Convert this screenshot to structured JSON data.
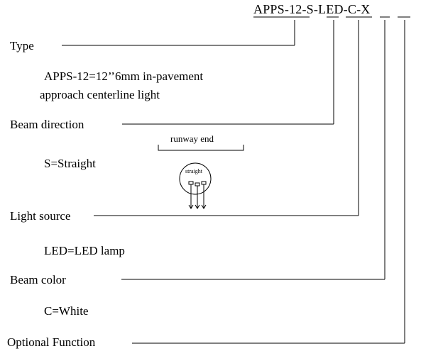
{
  "code": {
    "segments": [
      "APPS-12",
      "-",
      "S",
      "-",
      "LED",
      "-",
      "C",
      "-",
      "X"
    ]
  },
  "type": {
    "label": "Type",
    "desc_line1": "APPS-12=12’’6mm in-pavement",
    "desc_line2": "approach centerline light"
  },
  "beam_direction": {
    "label": "Beam direction",
    "option": "S=Straight",
    "runway_end_label": "runway end",
    "icon_label": "straight"
  },
  "light_source": {
    "label": "Light source",
    "option": "LED=LED lamp"
  },
  "beam_color": {
    "label": "Beam color",
    "option": "C=White"
  },
  "optional_function": {
    "label": "Optional Function"
  }
}
